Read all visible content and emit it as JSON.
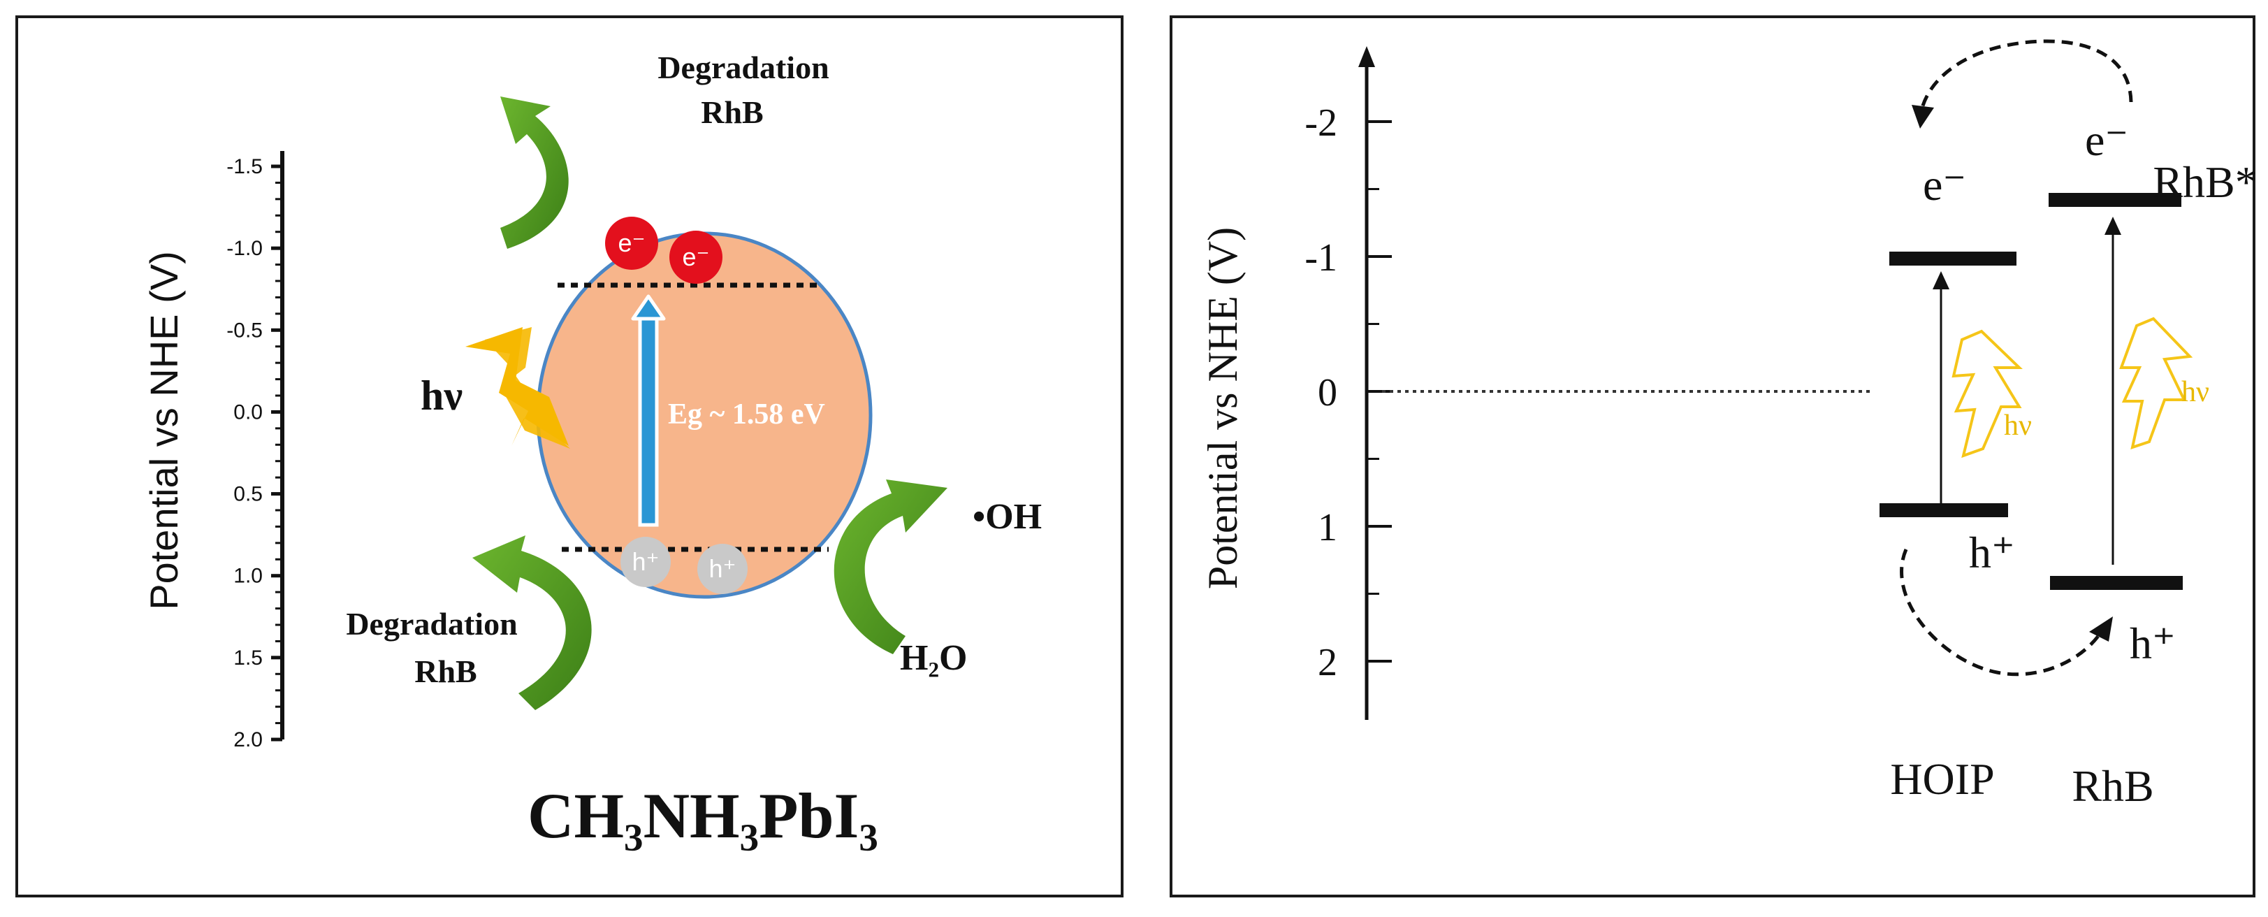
{
  "left_panel": {
    "y_axis_label": "Potential vs NHE (V)",
    "y_ticks": [
      "-1.5",
      "-1.0",
      "-0.5",
      "0.0",
      "0.5",
      "1.0",
      "1.5",
      "2.0"
    ],
    "top_label_line1": "Degradation",
    "top_label_line2": "RhB",
    "bottom_label_line1": "Degradation",
    "bottom_label_line2": "RhB",
    "light_label": "hν",
    "bandgap_label": "Eg ~ 1.58 eV",
    "electron_label": "e⁻",
    "hole_label": "h⁺",
    "oh_label": "•OH",
    "h2o_label": "H₂O",
    "compound_label": "CH₃NH₃PbI₃",
    "colors": {
      "particle_fill": "#f7b58b",
      "particle_stroke": "#4a86c5",
      "electron": "#e3101d",
      "hole": "#c9c9c9",
      "arrow_green": "#4f9a22",
      "lightning": "#f6b800",
      "band_arrow": "#2a96d4"
    }
  },
  "right_panel": {
    "y_axis_label": "Potential vs NHE (V)",
    "y_ticks": [
      "-2",
      "-1",
      "0",
      "1",
      "2"
    ],
    "hoip_label": "HOIP",
    "rhb_label": "RhB",
    "rhb_excited_label": "RhB*",
    "hoip_electron": "e⁻",
    "hoip_hole": "h⁺",
    "rhb_electron": "e⁻",
    "rhb_hole": "h⁺",
    "light_label_1": "hν",
    "light_label_2": "hν",
    "colors": {
      "lightning_outline": "#f5c518",
      "light_text": "#e8b800"
    }
  }
}
